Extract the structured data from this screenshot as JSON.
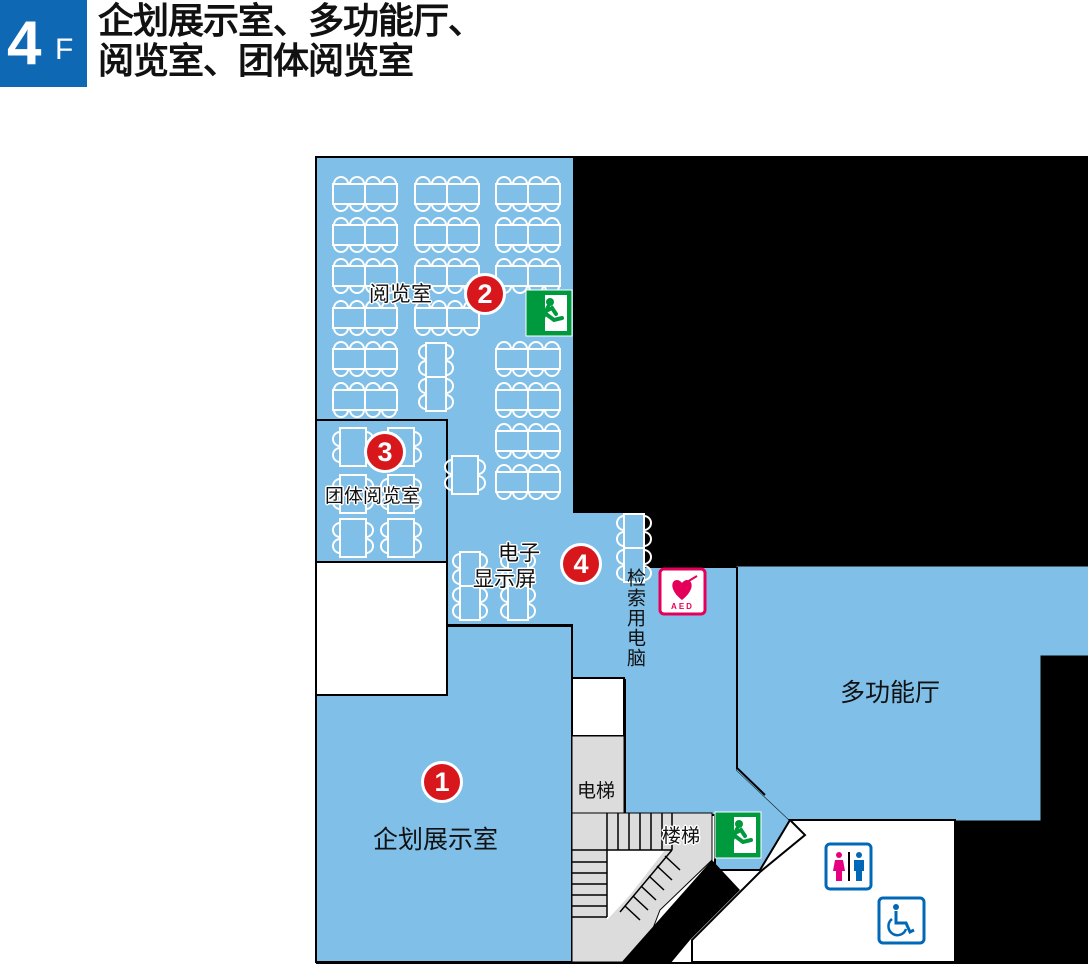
{
  "header": {
    "floor_number": "4",
    "floor_unit": "F",
    "title_line1": "企划展示室、多功能厅、",
    "title_line2": "阅览室、团体阅览室",
    "badge_color": "#0f68b3"
  },
  "colors": {
    "room_blue": "#7fbfe8",
    "wall_black": "#000000",
    "service_gray": "#dcdcdc",
    "marker_red": "#d7171c",
    "exit_green": "#009a3e",
    "aed_pink": "#e4005a",
    "accessible_blue": "#0068b7",
    "female_pink": "#e4007f"
  },
  "rooms": [
    {
      "id": "1",
      "name": "企划展示室"
    },
    {
      "id": "2",
      "name": "阅览室"
    },
    {
      "id": "3",
      "name": "团体阅览室"
    },
    {
      "id": "4",
      "name": "电子显示屏",
      "name_line1": "电子",
      "name_line2": "显示屏"
    }
  ],
  "areas": {
    "multipurpose_hall": "多功能厅",
    "search_pc": "检索用电脑",
    "elevator": "电梯",
    "stairs": "楼梯"
  },
  "icons": {
    "aed_label": "AED",
    "emergency_exit": "emergency-exit-icon",
    "restroom": "restroom-icon",
    "wheelchair": "wheelchair-icon"
  }
}
